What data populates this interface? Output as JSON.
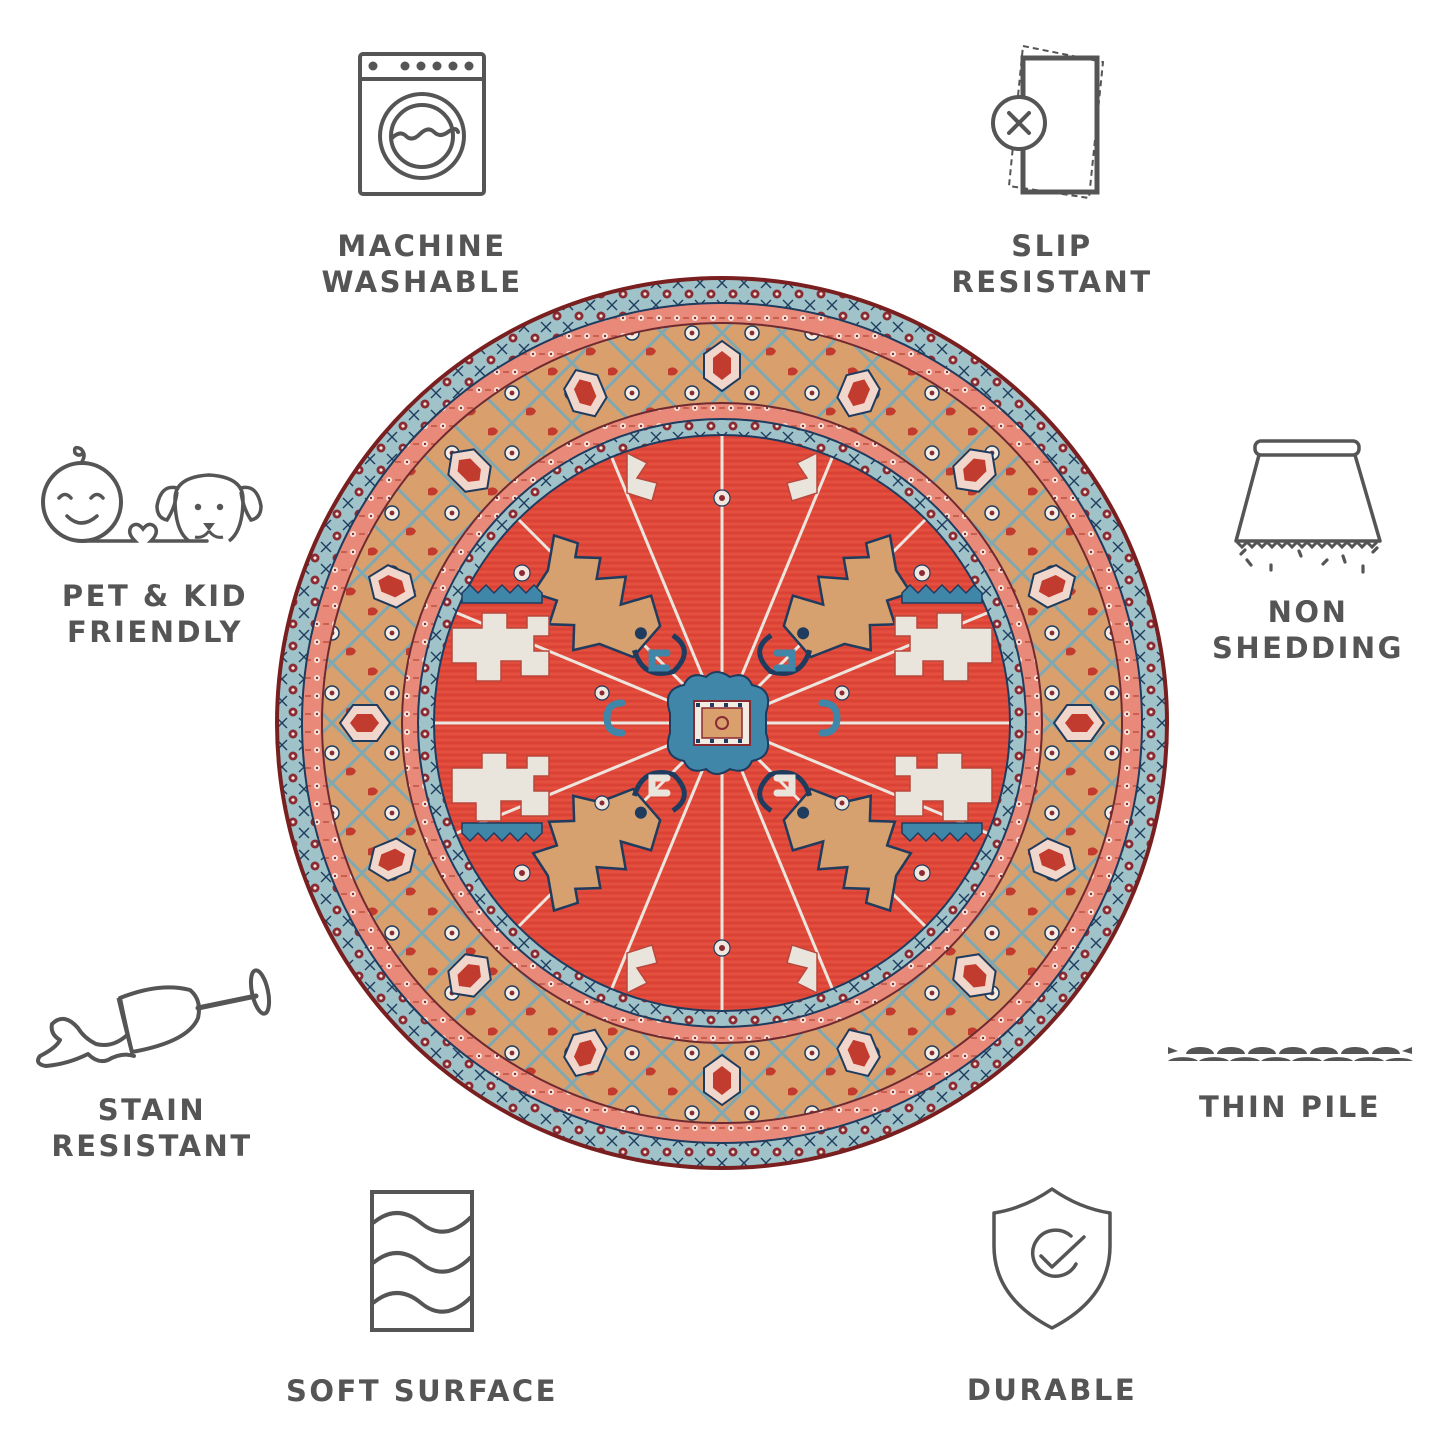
{
  "colors": {
    "icon_stroke": "#555555",
    "label_text": "#555555",
    "background": "#ffffff",
    "rug_field": "#e0483a",
    "rug_outer_edge": "#7a1f1f",
    "rug_light_blue": "#9fc3c8",
    "rug_salmon": "#e8897a",
    "rug_tan": "#d8a070",
    "rug_navy": "#1f3b5e",
    "rug_teal": "#3f86a8",
    "rug_ivory": "#e9e4dc"
  },
  "product": {
    "name": "round-rug",
    "image_alt": "Round red traditional rug with geometric medallion pattern"
  },
  "features": [
    {
      "id": "machine-washable",
      "icon": "washing-machine-icon",
      "line1": "MACHINE",
      "line2": "WASHABLE"
    },
    {
      "id": "slip-resistant",
      "icon": "slip-resistant-pad-icon",
      "line1": "SLIP",
      "line2": "RESISTANT"
    },
    {
      "id": "pet-kid-friendly",
      "icon": "kid-and-dog-icon",
      "line1": "PET & KID",
      "line2": "FRIENDLY"
    },
    {
      "id": "non-shedding",
      "icon": "rug-fringe-icon",
      "line1": "NON",
      "line2": "SHEDDING"
    },
    {
      "id": "stain-resistant",
      "icon": "spilled-wine-glass-icon",
      "line1": "STAIN",
      "line2": "RESISTANT"
    },
    {
      "id": "thin-pile",
      "icon": "pile-profile-icon",
      "line1": "THIN PILE",
      "line2": ""
    },
    {
      "id": "soft-surface",
      "icon": "wavy-layers-icon",
      "line1": "SOFT SURFACE",
      "line2": ""
    },
    {
      "id": "durable",
      "icon": "shield-check-icon",
      "line1": "DURABLE",
      "line2": ""
    }
  ]
}
